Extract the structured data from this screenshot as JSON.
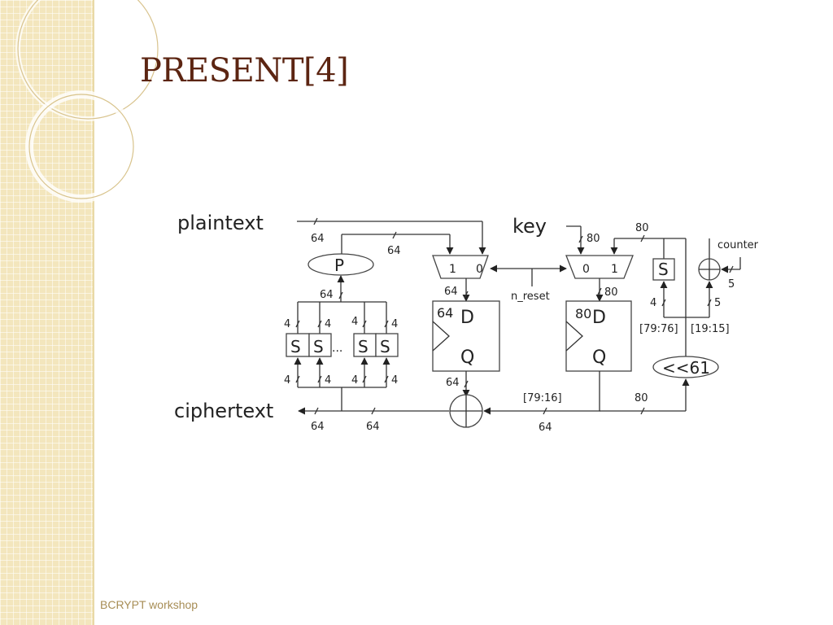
{
  "slide": {
    "title": "PRESENT[4]",
    "footer": "BCRYPT workshop"
  },
  "diagram": {
    "io": {
      "plaintext": "plaintext",
      "ciphertext": "ciphertext",
      "key": "key",
      "counter": "counter",
      "n_reset": "n_reset"
    },
    "blocks": {
      "p_box": "P",
      "sbox": "S",
      "ellipsis": "...",
      "mux_data_left": "1",
      "mux_data_right": "0",
      "mux_key_left": "0",
      "mux_key_right": "1",
      "reg_d": "D",
      "reg_q": "Q",
      "key_sbox": "S",
      "rotate": "<<61"
    },
    "widths": {
      "plaintext_in": "64",
      "p_feedback": "64",
      "p_in": "64",
      "sbox_in_1": "4",
      "sbox_in_2": "4",
      "sbox_in_3": "4",
      "sbox_in_4": "4",
      "sbox_out_1": "4",
      "sbox_out_2": "4",
      "sbox_out_3": "4",
      "sbox_out_4": "4",
      "mux_data_out": "64",
      "reg_data_width": "64",
      "reg_data_out": "64",
      "ciphertext_out": "64",
      "cipher_feedback": "64",
      "key_in": "80",
      "key_loop": "80",
      "mux_key_out": "80",
      "reg_key_width": "80",
      "rot_in": "80",
      "round_key": "64",
      "round_key_bits": "[79:16]",
      "key_sbox_in": "4",
      "key_sbox_bits": "[79:76]",
      "counter_in": "5",
      "counter_xor": "5",
      "counter_bits": "[19:15]"
    }
  }
}
